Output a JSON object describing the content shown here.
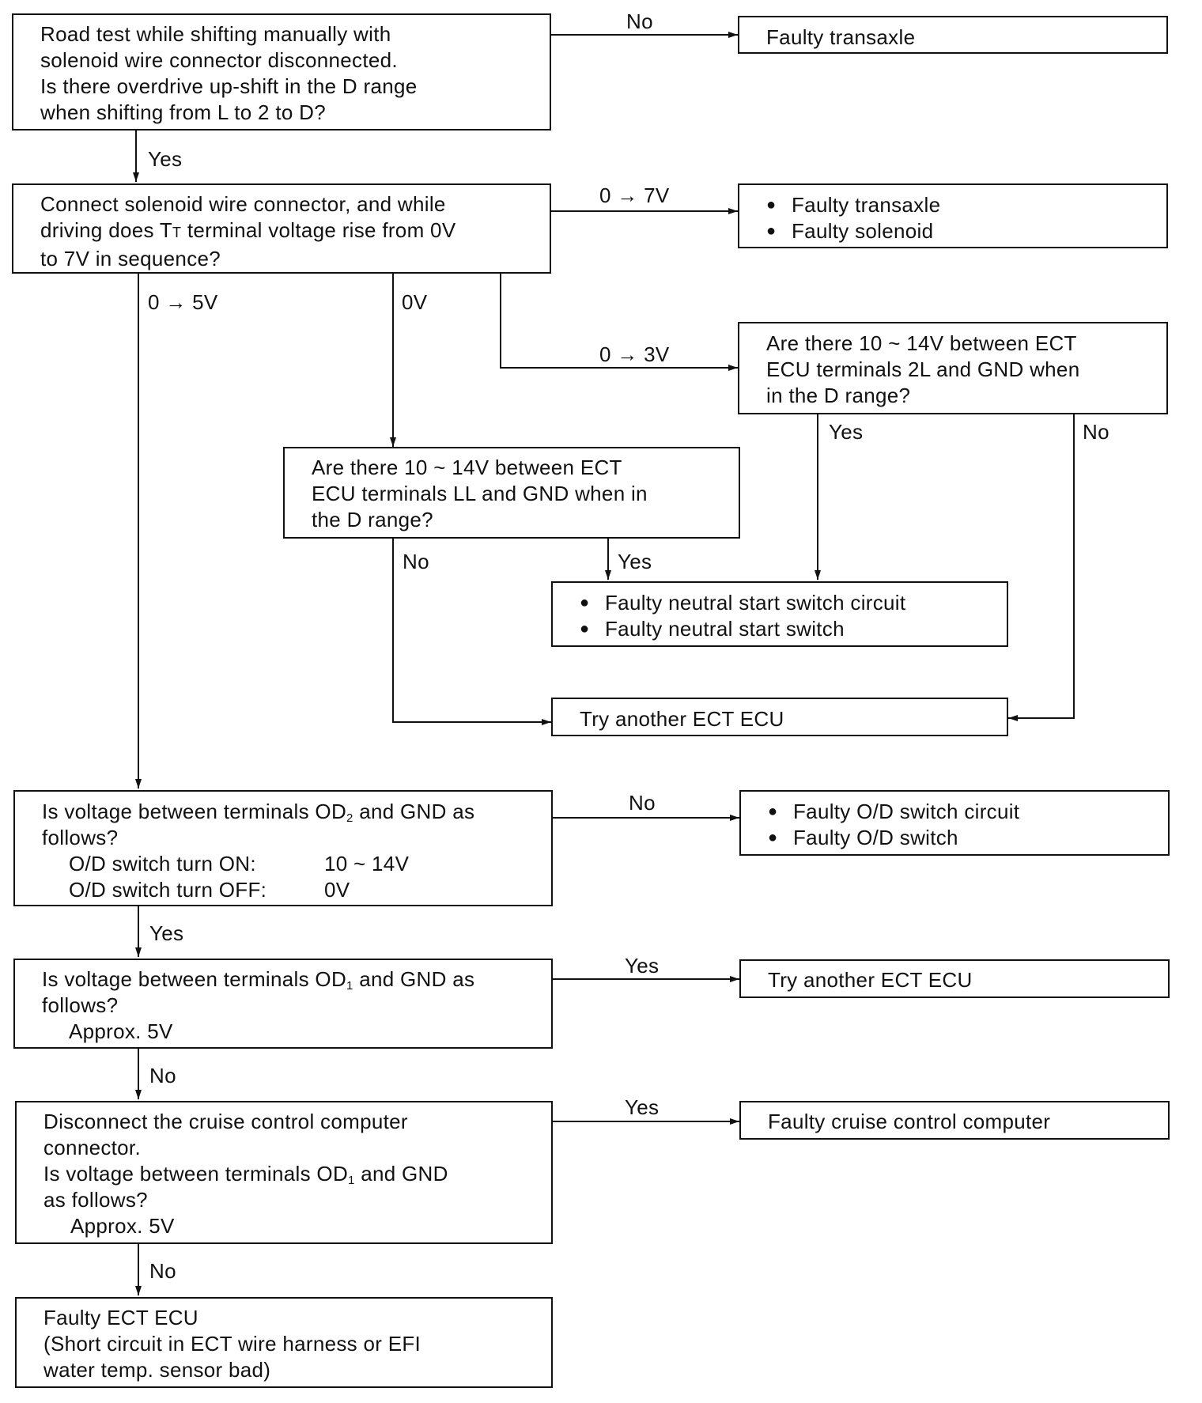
{
  "boxes": {
    "q1": [
      "Road test while shifting manually with",
      "solenoid wire connector disconnected.",
      "Is there overdrive up-shift in the D range",
      "when shifting from L to 2 to D?"
    ],
    "r_faulty_transaxle": "Faulty transaxle",
    "q2": {
      "line1": "Connect solenoid wire connector, and while",
      "line2_pre": "driving does T",
      "line2_sub": "T",
      "line2_post": " terminal voltage rise from 0V",
      "line3": "to 7V in sequence?"
    },
    "r_transaxle_solenoid": [
      "Faulty transaxle",
      "Faulty solenoid"
    ],
    "q_2l": [
      "Are there 10 ~ 14V between ECT",
      "ECU terminals 2L and GND when",
      "in the D range?"
    ],
    "q_ll": [
      "Are there 10 ~ 14V between ECT",
      "ECU terminals LL and GND when in",
      "the D range?"
    ],
    "r_nss": [
      "Faulty neutral start switch circuit",
      "Faulty neutral start switch"
    ],
    "r_try_ecu_1": "Try another ECT ECU",
    "q_od2": {
      "line1_pre": "Is voltage between terminals OD",
      "line1_sub": "2",
      "line1_post": " and GND as",
      "line2": "follows?",
      "on_label": "O/D switch turn ON:",
      "on_value": "10 ~ 14V",
      "off_label": "O/D switch turn OFF:",
      "off_value": "0V"
    },
    "r_od_switch": [
      "Faulty O/D switch circuit",
      "Faulty O/D switch"
    ],
    "q_od1": {
      "line1_pre": "Is voltage between terminals OD",
      "line1_sub": "1",
      "line1_post": " and GND as",
      "line2": "follows?",
      "line3": "Approx. 5V"
    },
    "r_try_ecu_2": "Try another ECT ECU",
    "q_cruise": {
      "line1": "Disconnect the cruise control computer",
      "line2": "connector.",
      "line3_pre": "Is voltage between terminals OD",
      "line3_sub": "1",
      "line3_post": " and GND",
      "line4": "as follows?",
      "line5": "Approx. 5V"
    },
    "r_cruise": "Faulty cruise control computer",
    "r_final": [
      "Faulty ECT ECU",
      "(Short circuit in ECT wire harness or EFI",
      "water temp. sensor bad)"
    ]
  },
  "labels": {
    "q1_no": "No",
    "q1_yes": "Yes",
    "q2_7v": "0 → 7V",
    "q2_5v": "0 → 5V",
    "q2_0v": "0V",
    "q2_3v": "0 → 3V",
    "q2l_yes": "Yes",
    "q2l_no": "No",
    "qll_no": "No",
    "qll_yes": "Yes",
    "od2_no": "No",
    "od2_yes": "Yes",
    "od1_yes": "Yes",
    "od1_no": "No",
    "cruise_yes": "Yes",
    "cruise_no": "No"
  }
}
